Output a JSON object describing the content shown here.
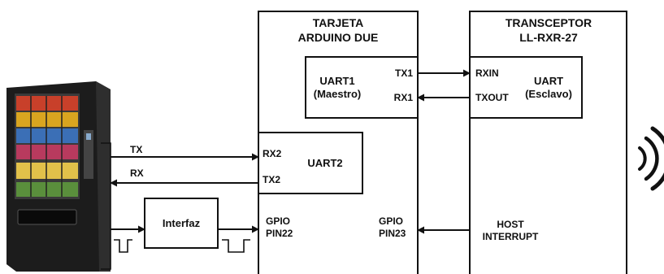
{
  "arduino": {
    "title_line1": "TARJETA",
    "title_line2": "ARDUINO DUE"
  },
  "transceiver": {
    "title_line1": "TRANSCEPTOR",
    "title_line2": "LL-RXR-27"
  },
  "uart1": {
    "label": "UART1",
    "role": "(Maestro)",
    "tx": "TX1",
    "rx": "RX1"
  },
  "uart_slave": {
    "label": "UART",
    "role": "(Esclavo)",
    "rxin": "RXIN",
    "txout": "TXOUT"
  },
  "uart2": {
    "label": "UART2",
    "rx": "RX2",
    "tx": "TX2"
  },
  "lines": {
    "tx": "TX",
    "rx": "RX"
  },
  "interface": {
    "label": "Interfaz"
  },
  "gpio22": {
    "line1": "GPIO",
    "line2": "PIN22"
  },
  "gpio23": {
    "line1": "GPIO",
    "line2": "PIN23"
  },
  "host_interrupt": {
    "line1": "HOST",
    "line2": "INTERRUPT"
  },
  "colors": {
    "stroke": "#111111",
    "machine_body": "#1c1c1c",
    "background": "#ffffff"
  },
  "icons": {
    "vending_machine": "vending-machine-icon",
    "wireless": "wireless-signal-icon"
  }
}
